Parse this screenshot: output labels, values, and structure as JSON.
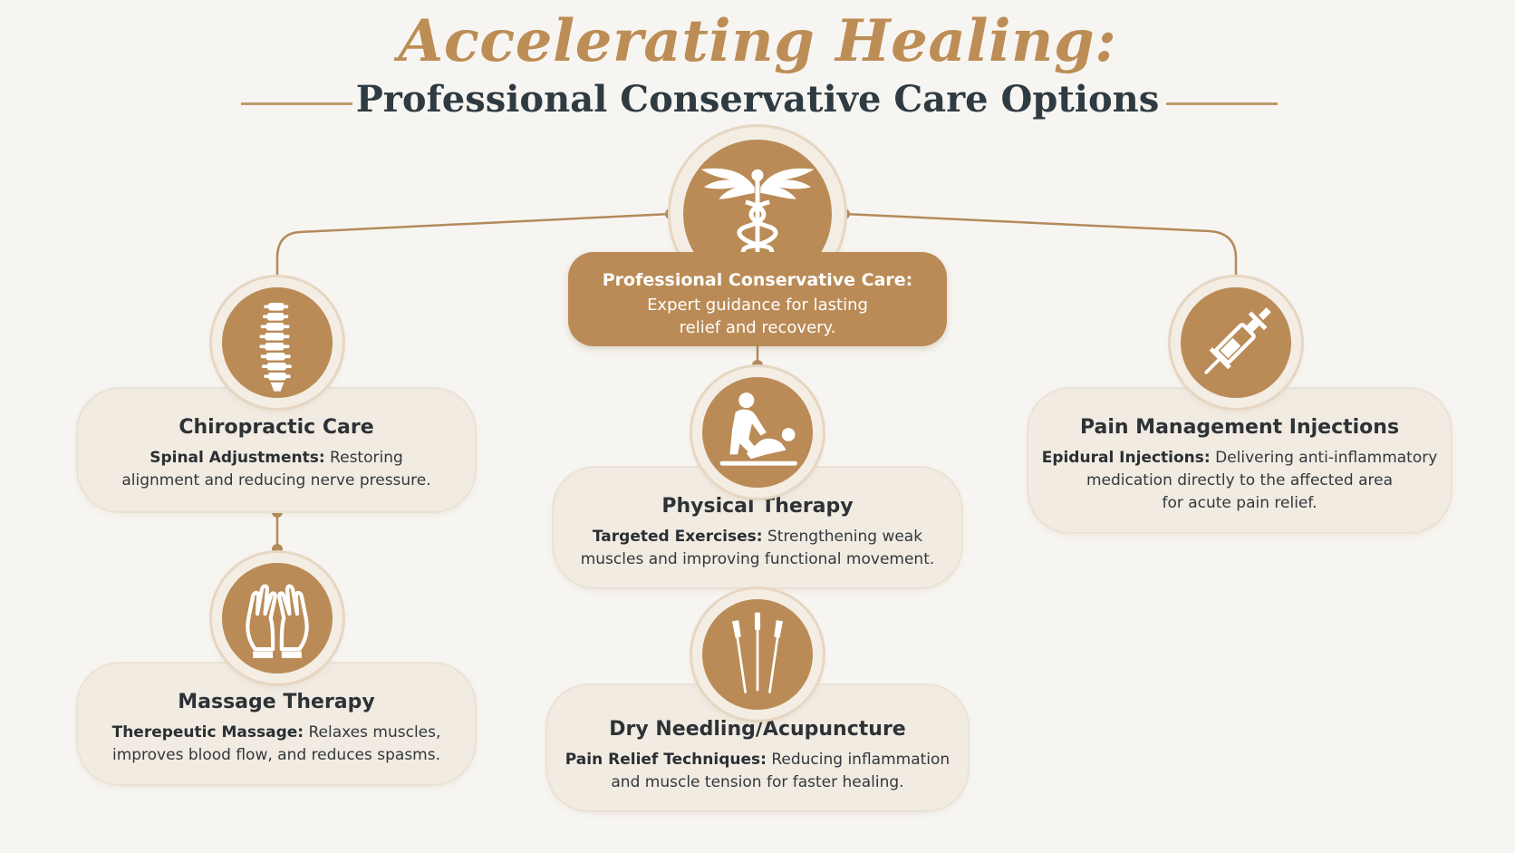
{
  "header": {
    "title": "Accelerating Healing:",
    "subtitle": "Professional Conservative Care Options"
  },
  "center": {
    "icon": "caduceus-icon",
    "title": "Professional Conservative Care:",
    "desc": "Expert guidance for lasting\nrelief and recovery."
  },
  "cards": {
    "chiropractic": {
      "icon": "spine-icon",
      "title": "Chiropractic Care",
      "lead": "Spinal Adjustments:",
      "desc": " Restoring\nalignment and reducing nerve pressure."
    },
    "massage": {
      "icon": "hands-icon",
      "title": "Massage Therapy",
      "lead": "Therepeutic Massage:",
      "desc": " Relaxes muscles,\nimproves blood flow, and reduces spasms."
    },
    "physical": {
      "icon": "therapist-patient-icon",
      "title": "Physical Therapy",
      "lead": "Targeted Exercises:",
      "desc": " Strengthening weak\nmuscles and improving functional movement."
    },
    "needling": {
      "icon": "needles-icon",
      "title": "Dry Needling/Acupuncture",
      "lead": "Pain Relief Techniques:",
      "desc": " Reducing inflammation\nand muscle tension for faster healing."
    },
    "injections": {
      "icon": "syringe-icon",
      "title": "Pain Management Injections",
      "lead": "Epidural Injections:",
      "desc": " Delivering anti-inflammatory\nmedication directly to the affected area\nfor acute pain relief."
    }
  },
  "colors": {
    "accent": "#ba8b56",
    "title": "#bd8d56",
    "dark_text": "#2f3b42",
    "card_bg": "#f1ebe2",
    "page_bg": "#f7f5f1"
  }
}
